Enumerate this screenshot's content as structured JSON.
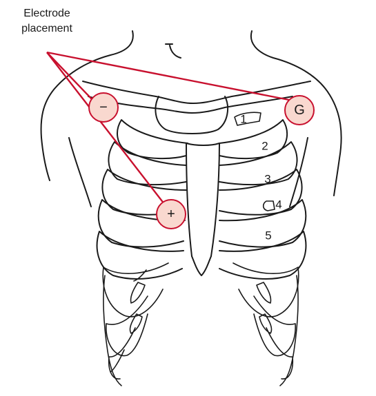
{
  "caption": {
    "line1": "Electrode",
    "line2": "placement"
  },
  "electrodes": {
    "negative": "−",
    "positive": "+",
    "ground": "G"
  },
  "rib_numbers": [
    "1",
    "2",
    "3",
    "4",
    "5"
  ],
  "colors": {
    "lead_wire": "#c8102e",
    "electrode_fill": "#f9d8cf",
    "line_art": "#1a1a1a"
  }
}
